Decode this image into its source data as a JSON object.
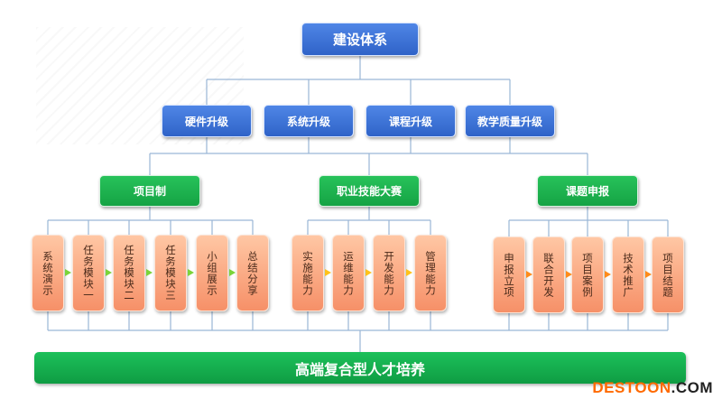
{
  "root": "建设体系",
  "level1": [
    "硬件升级",
    "系统升级",
    "课程升级",
    "教学质量升级"
  ],
  "groups": [
    "项目制",
    "职业技能大赛",
    "课题申报"
  ],
  "leaves_group1": [
    "系统演示",
    "任务模块一",
    "任务模块二",
    "任务模块三",
    "小组展示",
    "总结分享"
  ],
  "leaves_group2": [
    "实施能力",
    "运维能力",
    "开发能力",
    "管理能力"
  ],
  "leaves_group3": [
    "申报立项",
    "联合开发",
    "项目案例",
    "技术推广",
    "项目结题"
  ],
  "bottom": "高端复合型人才培养",
  "watermark": {
    "brand": "DESTOON",
    "suffix": ".COM"
  },
  "colors": {
    "blue": "#3a72d8",
    "green": "#1db34f",
    "leaf": "#f8a07a",
    "line": "#9ab6d6"
  }
}
